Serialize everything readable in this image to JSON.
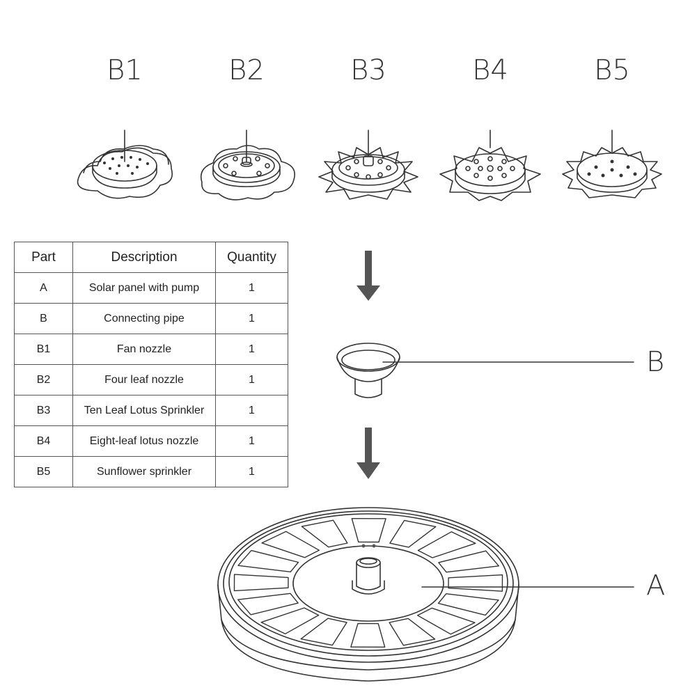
{
  "nozzles": [
    {
      "label": "B1",
      "icon": "fan-nozzle-icon"
    },
    {
      "label": "B2",
      "icon": "four-leaf-nozzle-icon"
    },
    {
      "label": "B3",
      "icon": "ten-leaf-lotus-sprinkler-icon"
    },
    {
      "label": "B4",
      "icon": "eight-leaf-lotus-nozzle-icon"
    },
    {
      "label": "B5",
      "icon": "sunflower-sprinkler-icon"
    }
  ],
  "table": {
    "headers": [
      "Part",
      "Description",
      "Quantity"
    ],
    "rows": [
      [
        "A",
        "Solar panel with pump",
        "1"
      ],
      [
        "B",
        "Connecting pipe",
        "1"
      ],
      [
        "B1",
        "Fan nozzle",
        "1"
      ],
      [
        "B2",
        "Four leaf nozzle",
        "1"
      ],
      [
        "B3",
        "Ten Leaf Lotus Sprinkler",
        "1"
      ],
      [
        "B4",
        "Eight-leaf lotus nozzle",
        "1"
      ],
      [
        "B5",
        "Sunflower sprinkler",
        "1"
      ]
    ]
  },
  "callouts": {
    "pipe": "B",
    "panel": "A"
  },
  "colors": {
    "line": "#333333",
    "arrow": "#555555",
    "panel_cell": "#ffffff"
  }
}
